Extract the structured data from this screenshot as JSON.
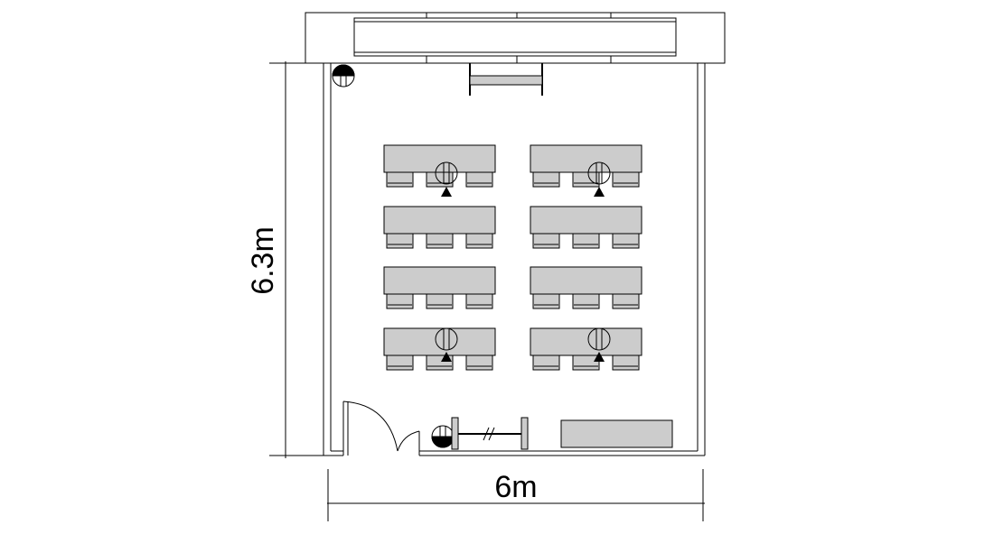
{
  "labels": {
    "height_dimension": "6.3m",
    "width_dimension": "6m"
  },
  "room": {
    "desk_rows": 4,
    "desk_columns": 2,
    "chairs_per_desk": 3
  },
  "colors": {
    "furniture_fill": "#cccccc",
    "line": "#000000",
    "background": "#ffffff"
  }
}
